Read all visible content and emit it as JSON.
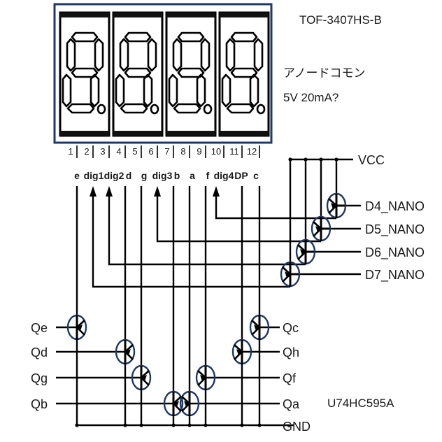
{
  "diagram": {
    "title_note": "TOF-3407HS-B",
    "notes": [
      "アノードコモン",
      "5V 20mA?"
    ],
    "chip_label": "U74HC595A",
    "colors": {
      "module_border": "#1f3864",
      "wire": "#000000",
      "transistor_ellipse": "#1f3864",
      "text": "#1a1a1a",
      "background": "#ffffff"
    }
  },
  "display_module": {
    "digit_count": 4,
    "digits": [
      {
        "value": "8",
        "decimal_point": true
      },
      {
        "value": "8",
        "decimal_point": true
      },
      {
        "value": "8",
        "decimal_point": true
      },
      {
        "value": "8",
        "decimal_point": true
      }
    ],
    "pin_numbers": [
      "1",
      "2",
      "3",
      "4",
      "5",
      "6",
      "7",
      "8",
      "9",
      "10",
      "11",
      "12"
    ],
    "pin_labels": [
      "e",
      "dig1",
      "dig2",
      "d",
      "g",
      "dig3",
      "b",
      "a",
      "f",
      "dig4",
      "DP",
      "c"
    ]
  },
  "rails": {
    "vcc": "VCC",
    "gnd": "GND"
  },
  "digit_drivers": [
    {
      "label": "D4_NANO",
      "pin": "dig4",
      "pin_number": "10",
      "type": "pnp"
    },
    {
      "label": "D5_NANO",
      "pin": "dig3",
      "pin_number": "6",
      "type": "pnp"
    },
    {
      "label": "D6_NANO",
      "pin": "dig2",
      "pin_number": "3",
      "type": "pnp"
    },
    {
      "label": "D7_NANO",
      "pin": "dig1",
      "pin_number": "2",
      "type": "pnp"
    }
  ],
  "segment_drivers_left": [
    {
      "label": "Qe",
      "pin": "e",
      "pin_number": "1",
      "type": "npn"
    },
    {
      "label": "Qd",
      "pin": "d",
      "pin_number": "4",
      "type": "npn"
    },
    {
      "label": "Qg",
      "pin": "g",
      "pin_number": "5",
      "type": "npn"
    },
    {
      "label": "Qb",
      "pin": "b",
      "pin_number": "7",
      "type": "npn"
    }
  ],
  "segment_drivers_right": [
    {
      "label": "Qc",
      "pin": "c",
      "pin_number": "12",
      "type": "npn"
    },
    {
      "label": "Qh",
      "pin": "DP",
      "pin_number": "11",
      "type": "npn"
    },
    {
      "label": "Qf",
      "pin": "f",
      "pin_number": "9",
      "type": "npn"
    },
    {
      "label": "Qa",
      "pin": "a",
      "pin_number": "8",
      "type": "npn"
    }
  ]
}
